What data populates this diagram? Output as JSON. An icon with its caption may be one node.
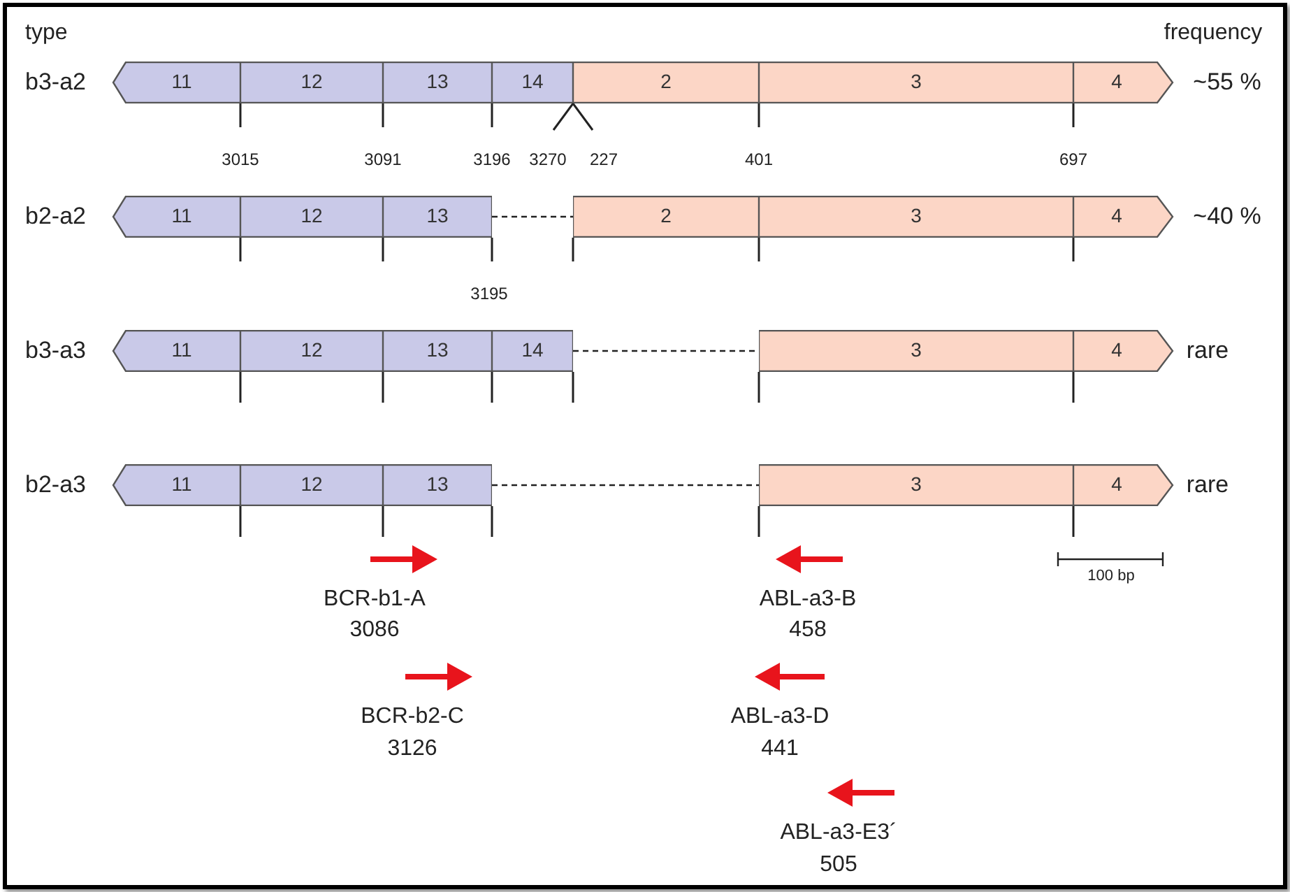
{
  "diagram": {
    "nodes": [
      {
        "text": [
          "11"
        ]
      },
      {
        "text": [
          "12"
        ]
      },
      {
        "text": [
          "13"
        ]
      },
      {
        "text": [
          "14"
        ]
      },
      {
        "text": [
          "2"
        ]
      },
      {
        "text": [
          "3"
        ]
      },
      {
        "text": [
          "4"
        ]
      },
      {
        "text": [
          "11"
        ]
      },
      {
        "text": [
          "12"
        ]
      },
      {
        "text": [
          "13"
        ]
      },
      {
        "text": [
          "2"
        ]
      },
      {
        "text": [
          "3"
        ]
      },
      {
        "text": [
          "4"
        ]
      },
      {
        "text": [
          "11"
        ]
      },
      {
        "text": [
          "12"
        ]
      },
      {
        "text": [
          "13"
        ]
      },
      {
        "text": [
          "14"
        ]
      },
      {
        "text": [
          "3"
        ]
      },
      {
        "text": [
          "4"
        ]
      },
      {
        "text": [
          "11"
        ]
      },
      {
        "text": [
          "12"
        ]
      },
      {
        "text": [
          "13"
        ]
      },
      {
        "text": [
          "3"
        ]
      },
      {
        "text": [
          "4"
        ]
      }
    ],
    "edges": [
      {
        "from": 9,
        "to": 10,
        "arrow": "none",
        "style": "dashed"
      },
      {
        "from": 16,
        "to": 17,
        "arrow": "none",
        "style": "dashed"
      },
      {
        "from": 21,
        "to": 22,
        "arrow": "none",
        "style": "dashed"
      }
    ],
    "labels": [
      "type",
      "frequency",
      "b3-a2",
      "~55 %",
      "3015",
      "3091",
      "3196",
      "3270",
      "227",
      "401",
      "697",
      "b2-a2",
      "~40 %",
      "3195",
      "b3-a3",
      "rare",
      "b2-a3",
      "rare",
      "100 bp",
      "BCR-b1-A",
      "3086",
      "ABL-a3-B",
      "458",
      "BCR-b2-C",
      "3126",
      "ABL-a3-D",
      "441",
      "ABL-a3-E3´",
      "505"
    ]
  }
}
